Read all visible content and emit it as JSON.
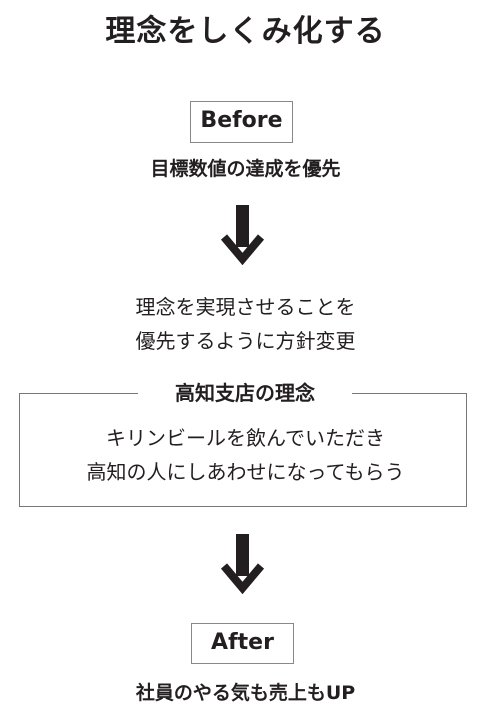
{
  "title": "理念をしくみ化する",
  "before": {
    "label": "Before",
    "description": "目標数値の達成を優先"
  },
  "middle": {
    "line1": "理念を実現させることを",
    "line2": "優先するように方針変更"
  },
  "philosophy": {
    "title": "高知支店の理念",
    "line1": "キリンビールを飲んでいただき",
    "line2": "高知の人にしあわせになってもらう"
  },
  "after": {
    "label": "After",
    "description": "社員のやる気も売上もUP"
  },
  "colors": {
    "text": "#231f20",
    "arrow": "#231f20",
    "box_border": "#888888"
  },
  "icons": [
    "arrow-down-icon",
    "arrow-down-icon"
  ]
}
